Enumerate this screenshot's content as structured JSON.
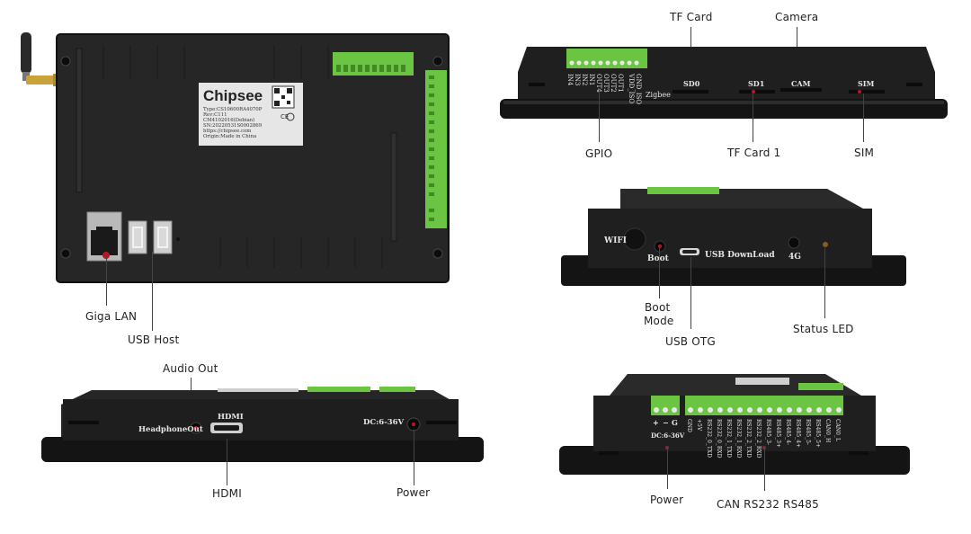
{
  "back_view": {
    "brand": "Chipsee",
    "label_lines": [
      "Type:CS10600RA4070P",
      "Rev:C111",
      "CM4102016(Debian)",
      "SN:20220531S0002869",
      "https://chipsee.com",
      "Origin:Made in China"
    ],
    "callouts": {
      "lan": "Giga LAN",
      "usb": "USB Host"
    }
  },
  "top_edge_view": {
    "silk": {
      "gpio_pins": [
        "IN4",
        "IN3",
        "IN2",
        "IN1",
        "OUT4",
        "OUT3",
        "OUT2",
        "OUT1",
        "VDD_ISO",
        "GND_ISO"
      ],
      "zigbee": "Zigbee",
      "sd0": "SD0",
      "sd1": "SD1",
      "cam": "CAM",
      "sim": "SIM"
    },
    "callouts": {
      "tf_card": "TF Card",
      "camera": "Camera",
      "gpio": "GPIO",
      "tf_card_1": "TF Card 1",
      "sim": "SIM"
    }
  },
  "side_view": {
    "silk": {
      "wifi": "WIFI",
      "boot": "Boot",
      "usb_download": "USB DownLoad",
      "fourg": "4G"
    },
    "callouts": {
      "boot_mode_line1": "Boot",
      "boot_mode_line2": "Mode",
      "usb_otg": "USB OTG",
      "status_led": "Status LED"
    }
  },
  "bottom_edge_view": {
    "silk": {
      "headphone": "HeadphoneOut",
      "hdmi": "HDMI",
      "dc": "DC:6-36V"
    },
    "callouts": {
      "audio_out": "Audio Out",
      "hdmi": "HDMI",
      "power": "Power"
    }
  },
  "terminal_view": {
    "silk": {
      "power_signs": [
        "+",
        "−",
        "G"
      ],
      "dc": "DC:6-36V",
      "pins": [
        "GND",
        "+5V",
        "RS232_0_TXD",
        "RS232_0_RXD",
        "RS232_1_TXD",
        "RS232_1_RXD",
        "RS232_2_TXD",
        "RS232_2_RXD",
        "RS485_3-",
        "RS485_3+",
        "RS485_4-",
        "RS485_4+",
        "RS485_5-",
        "RS485_5+",
        "CAN0_H",
        "CAN0_L"
      ]
    },
    "callouts": {
      "power": "Power",
      "interfaces": "CAN RS232 RS485"
    }
  },
  "colors": {
    "housing": "#1f1f1f",
    "terminal_green": "#6cc443",
    "bezel": "#141414",
    "label_bg": "#e6e6e6"
  }
}
